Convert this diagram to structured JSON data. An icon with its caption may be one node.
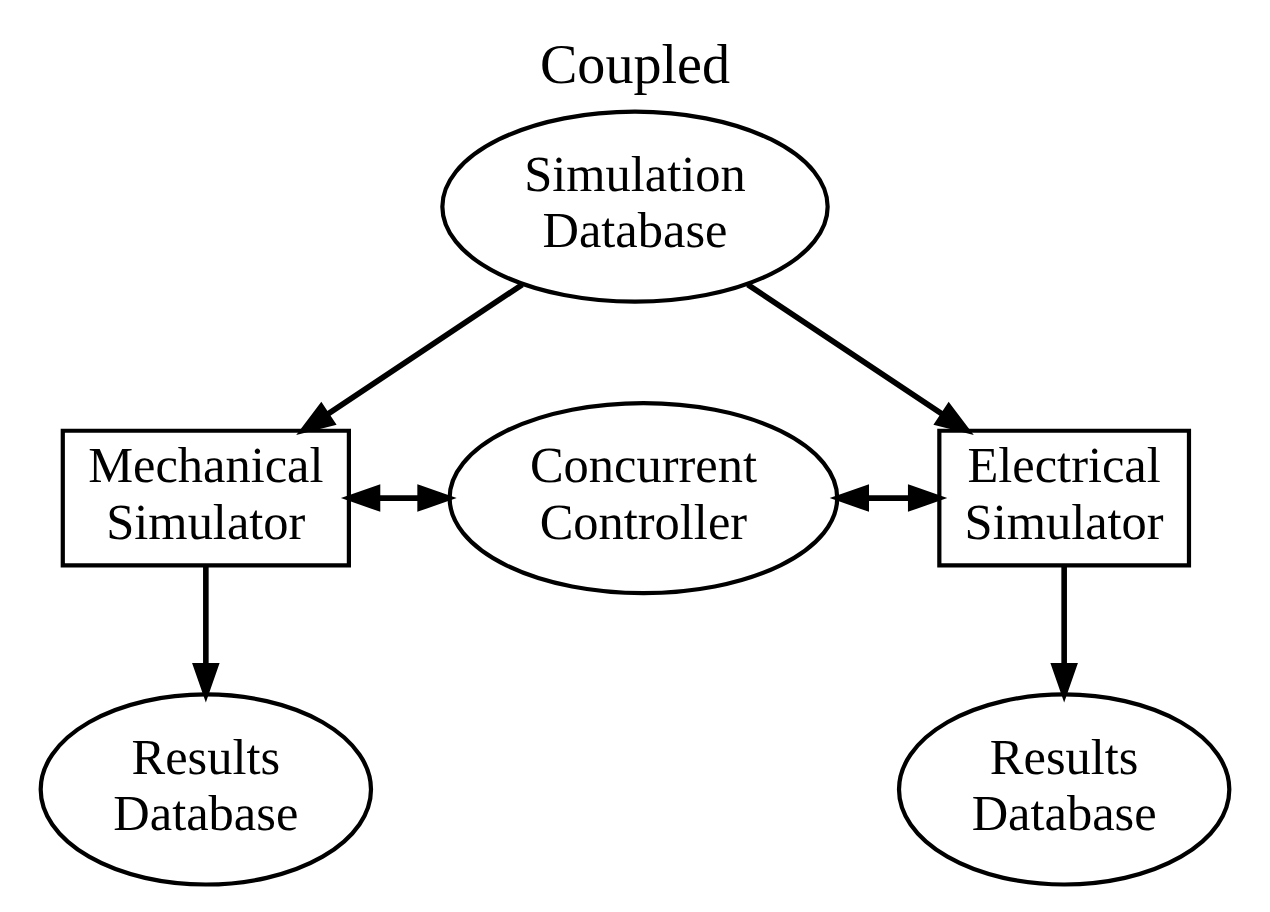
{
  "diagram": {
    "title": "Coupled",
    "nodes": [
      {
        "text": [
          "Simulation Database"
        ]
      },
      {
        "text": [
          "Mechanical Simulator"
        ]
      },
      {
        "text": [
          "Concurrent Controller"
        ]
      },
      {
        "text": [
          "Electrical Simulator"
        ]
      },
      {
        "text": [
          "Results Database"
        ]
      },
      {
        "text": [
          "Results Database"
        ]
      }
    ],
    "edges": [
      {
        "from": 0,
        "to": 1,
        "arrow": "to"
      },
      {
        "from": 0,
        "to": 3,
        "arrow": "to"
      },
      {
        "from": 1,
        "to": 2,
        "arrow": "both"
      },
      {
        "from": 2,
        "to": 3,
        "arrow": "both"
      },
      {
        "from": 1,
        "to": 4,
        "arrow": "to"
      },
      {
        "from": 3,
        "to": 5,
        "arrow": "to"
      }
    ]
  }
}
